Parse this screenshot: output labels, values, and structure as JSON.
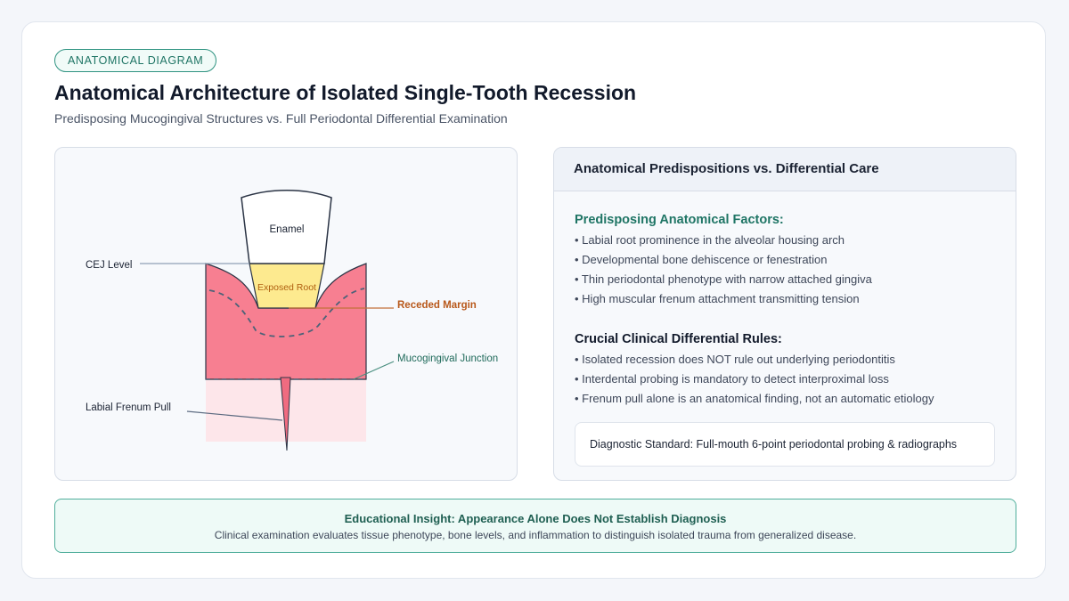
{
  "header": {
    "tag": "ANATOMICAL DIAGRAM",
    "title": "Anatomical Architecture of Isolated Single-Tooth Recession",
    "subtitle": "Predisposing Mucogingival Structures vs. Full Periodontal Differential Examination"
  },
  "diagram": {
    "labels": {
      "enamel": "Enamel",
      "exposed_root": "Exposed Root",
      "cej_level": "CEJ Level",
      "receded_margin": "Receded Margin",
      "mucogingival_junction": "Mucogingival Junction",
      "labial_frenum_pull": "Labial Frenum Pull"
    },
    "colors": {
      "enamel": "#ffffff",
      "exposed_root": "#fdea8f",
      "gingiva": "#f77f91",
      "mucosa": "#fde6ea",
      "receded_margin_label": "#b8581a",
      "mucogingival_label": "#1f6a5a",
      "dashed_line": "#4d6278"
    }
  },
  "info_panel": {
    "heading": "Anatomical Predispositions vs. Differential Care",
    "sections": [
      {
        "title": "Predisposing Anatomical Factors:",
        "items": [
          "• Labial root prominence in the alveolar housing arch",
          "• Developmental bone dehiscence or fenestration",
          "• Thin periodontal phenotype with narrow attached gingiva",
          "• High muscular frenum attachment transmitting tension"
        ]
      },
      {
        "title": "Crucial Clinical Differential Rules:",
        "items": [
          "• Isolated recession does NOT rule out underlying periodontitis",
          "• Interdental probing is mandatory to detect interproximal loss",
          "• Frenum pull alone is an anatomical finding, not an automatic etiology"
        ]
      }
    ],
    "standard": "Diagnostic Standard: Full-mouth 6-point periodontal probing & radiographs"
  },
  "insight": {
    "title": "Educational Insight: Appearance Alone Does Not Establish Diagnosis",
    "body": "Clinical examination evaluates tissue phenotype, bone levels, and inflammation to distinguish isolated trauma from generalized disease."
  }
}
